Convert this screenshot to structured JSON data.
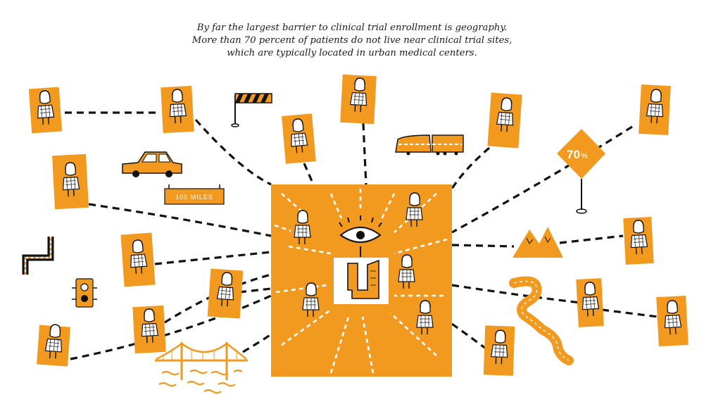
{
  "caption": {
    "line1": "By far the largest barrier to clinical trial enrollment is geography.",
    "line2": "More than 70 percent of patients do not live near clinical trial sites,",
    "line3": "which are typically located in urban medical centers."
  },
  "signs": {
    "miles": "100 MILES",
    "percent_number": "70",
    "percent_symbol": "%"
  },
  "colors": {
    "orange": "#f29a1f",
    "ink": "#111111",
    "white": "#ffffff"
  }
}
